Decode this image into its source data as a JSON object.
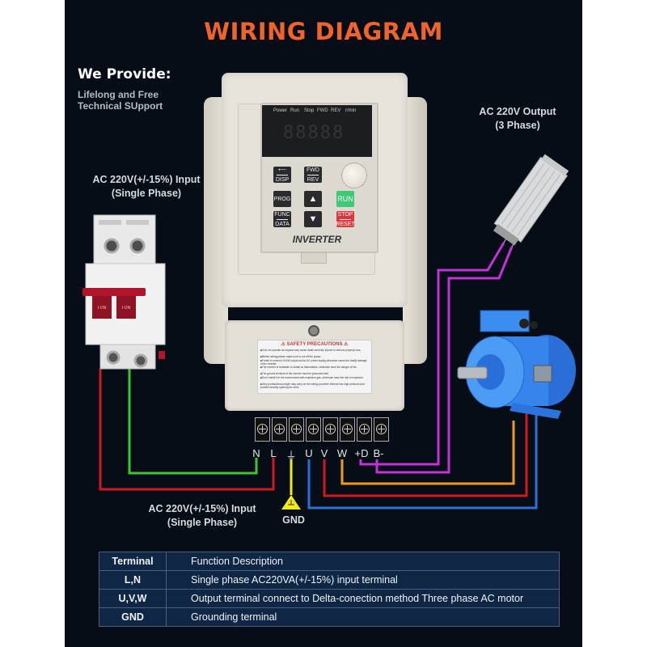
{
  "title": "WIRING DIAGRAM",
  "provide": {
    "heading": "We Provide:",
    "lines": [
      "Lifelong and Free",
      "Technical SUpport"
    ]
  },
  "labels": {
    "input_top": [
      "AC 220V(+/-15%) Input",
      "(Single Phase)"
    ],
    "output": [
      "AC 220V Output",
      "(3 Phase)"
    ],
    "input_bottom": [
      "AC 220V(+/-15%) Input",
      "(Single Phase)"
    ],
    "gnd": "GND"
  },
  "inverter": {
    "indicators": [
      "Power",
      "Run",
      "Stop",
      "FWD",
      "REV",
      "r/min"
    ],
    "display_digits": "88888",
    "keys": {
      "disp": "DISP",
      "fwd": "FWD",
      "rev": "REV",
      "prog": "PROG",
      "func": "FUNC",
      "data": "DATA",
      "up": "▲",
      "down": "▼",
      "run": "RUN",
      "stop": "STOP",
      "reset": "RESET"
    },
    "brand": "INVERTER",
    "safety_title": "⚠ SAFETY PRECAUTIONS ⚠",
    "safety_lines": [
      "■If do not operate as request,may cause death,severely injured or serious property loss.",
      "■Before wiring,please make sure to cut off the power.",
      "■Forbid to connect U/V/W output and to AC power supply,otherwise cause the totally damage of the inverter.",
      "■The inverter is forbidden to install on flammables, otherwise have the danger of fire.",
      "■The ground terminal of the inverter must be grounded well.",
      "■Don't install it in the environment with explosive gas, otherwise have the risk of explosion.",
      "■Only professional people may carry on the wiring,converter internal has high pressure,and prohibit secretly opening the shell."
    ]
  },
  "breaker": {
    "switch_label": "I-ON"
  },
  "terminals": [
    "N",
    "L",
    "⏚",
    "U",
    "V",
    "W",
    "+D",
    "B-"
  ],
  "wire_colors": {
    "N": "#3fc431",
    "L": "#d0191e",
    "GND": "#f3ea1c",
    "U": "#2f6fd4",
    "V": "#d0191e",
    "W": "#f29a1f",
    "brake": "#c133d6"
  },
  "table": {
    "headers": [
      "Terminal",
      "Function Description"
    ],
    "rows": [
      [
        "L,N",
        "Single phase AC220VA(+/-15%) input terminal"
      ],
      [
        "U,V,W",
        "Output terminal connect to Delta-conection method Three phase AC motor"
      ],
      [
        "GND",
        "Grounding terminal"
      ]
    ]
  },
  "accent_color": "#f0632a"
}
